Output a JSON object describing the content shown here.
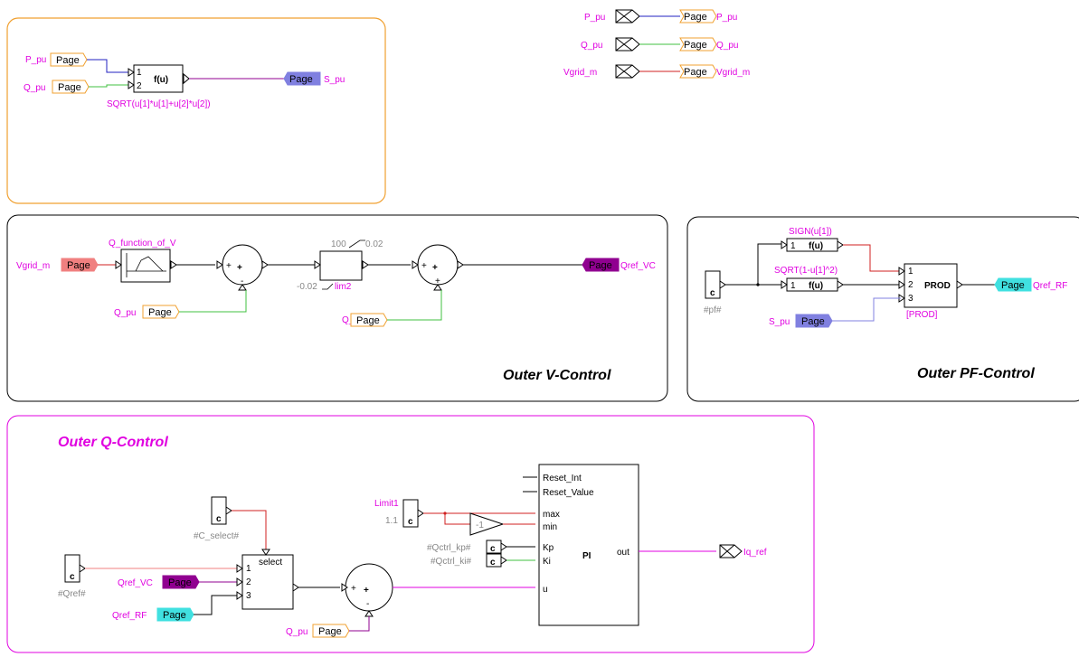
{
  "page_tag": "Page",
  "colors": {
    "magenta": "#e000e0",
    "orange_border": "#f0a030",
    "blue_line": "#2020c0",
    "green_line": "#40c040",
    "red_line": "#d02020",
    "tag_blue": "#8080e0",
    "tag_purple": "#900090",
    "tag_salmon": "#f08080",
    "tag_cyan": "#40e0e0"
  },
  "io": {
    "p_pu": "P_pu",
    "q_pu": "Q_pu",
    "vgrid_m": "Vgrid_m",
    "s_pu": "S_pu",
    "qref_vc": "Qref_VC",
    "qref_rf": "Qref_RF",
    "iq_ref": "Iq_ref"
  },
  "s_block": {
    "fcn_label": "f(u)",
    "port1": "1",
    "port2": "2",
    "expr": "SQRT(u[1]*u[1]+u[2]*u[2])"
  },
  "v_control": {
    "title": "Outer V-Control",
    "func_label": "Q_function_of_V",
    "sat_upper": "100",
    "sat_upper2": "0.02",
    "sat_lower": "-0.02",
    "sat_name": "lim2",
    "plus": "+",
    "minus": "-"
  },
  "pf_control": {
    "title": "Outer PF-Control",
    "sign_expr": "SIGN(u[1])",
    "sqrt_expr": "SQRT(1-u[1]^2)",
    "fcn_label": "f(u)",
    "prod_label": "PROD",
    "prod_name": "[PROD]",
    "const_name": "#pf#",
    "const_letter": "c",
    "port1": "1",
    "port2": "2",
    "port3": "3"
  },
  "q_control": {
    "title": "Outer Q-Control",
    "c_select": "#C_select#",
    "qref_const": "#Qref#",
    "select_label": "select",
    "limit_name": "Limit1",
    "limit_value": "1.1",
    "gain": "-1",
    "kp_const": "#Qctrl_kp#",
    "ki_const": "#Qctrl_ki#",
    "const_letter": "c",
    "pi_label": "PI",
    "pi_reset_int": "Reset_Int",
    "pi_reset_value": "Reset_Value",
    "pi_max": "max",
    "pi_min": "min",
    "pi_kp": "Kp",
    "pi_ki": "Ki",
    "pi_u": "u",
    "pi_out": "out",
    "port1": "1",
    "port2": "2",
    "port3": "3",
    "plus": "+",
    "minus": "-"
  }
}
